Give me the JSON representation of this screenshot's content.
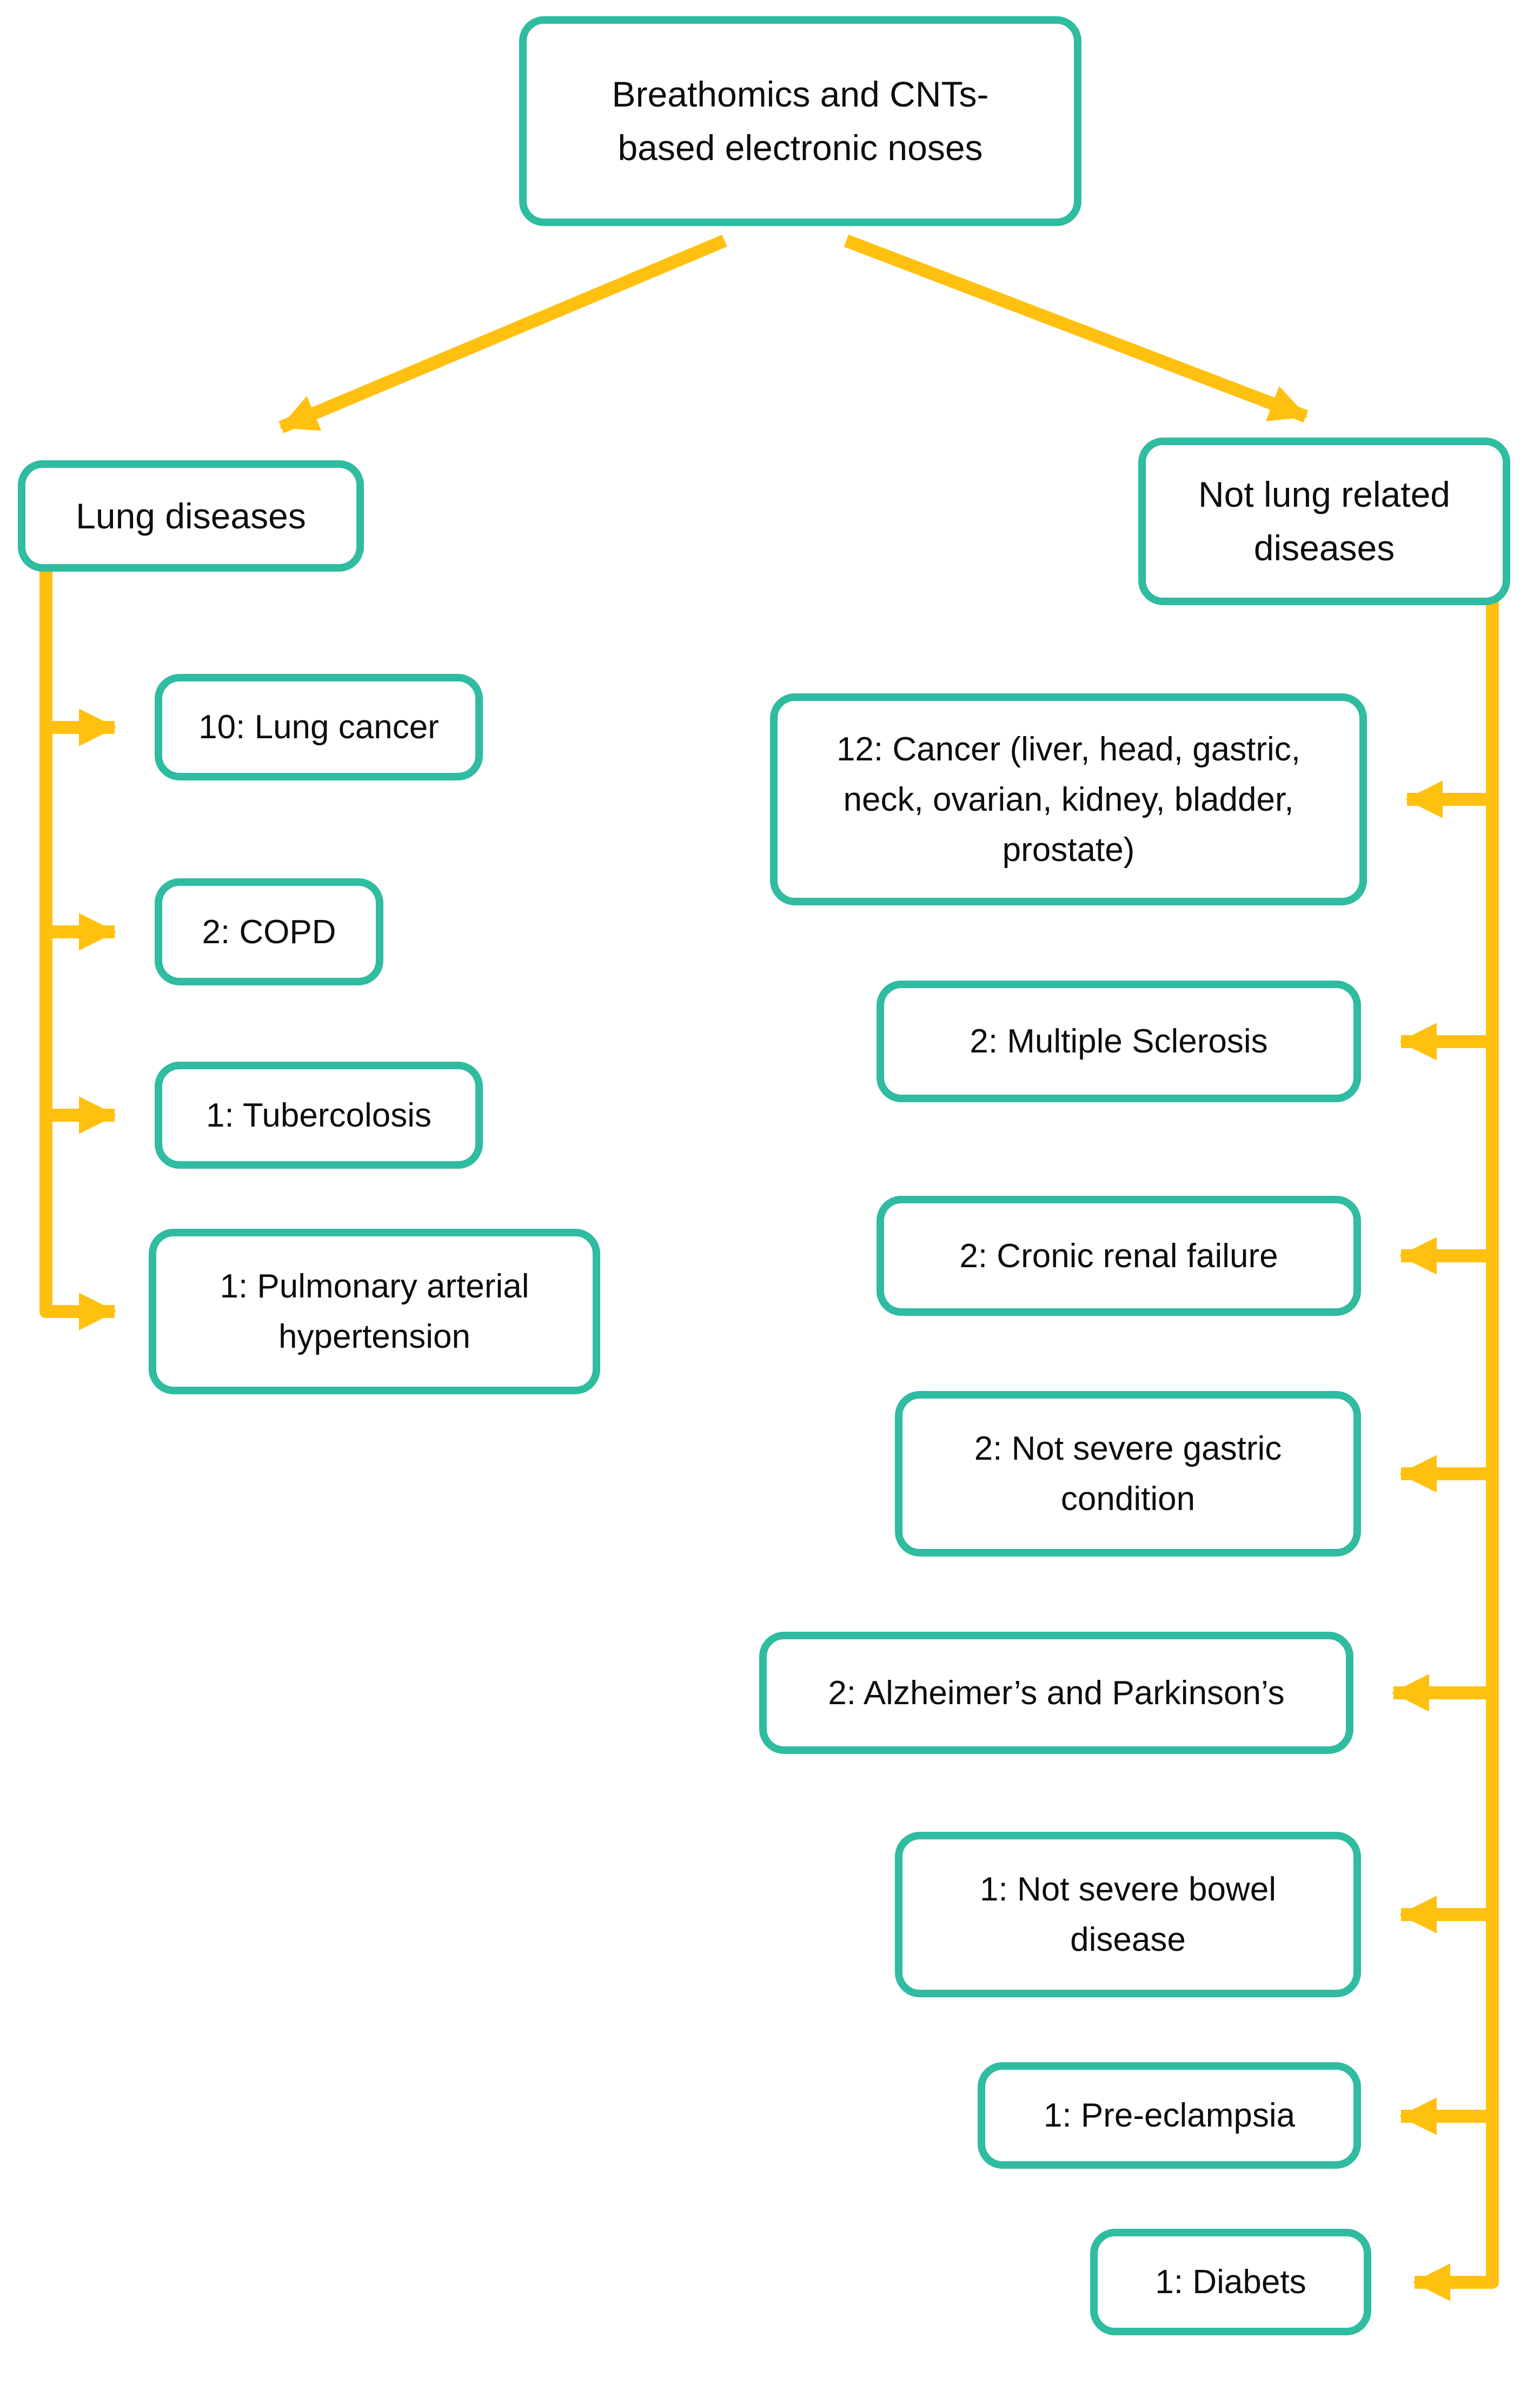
{
  "diagram": {
    "title": "Breathomics and CNTs-based electronic noses flowchart",
    "root": {
      "label": "Breathomics and CNTs-based electronic noses"
    },
    "branches": [
      {
        "label": "Lung diseases",
        "children": [
          {
            "count": 10,
            "label": "10: Lung cancer"
          },
          {
            "count": 2,
            "label": "2: COPD"
          },
          {
            "count": 1,
            "label": "1: Tubercolosis"
          },
          {
            "count": 1,
            "label": "1: Pulmonary arterial hypertension"
          }
        ]
      },
      {
        "label": "Not lung related diseases",
        "children": [
          {
            "count": 12,
            "label": "12: Cancer (liver, head, gastric, neck, ovarian, kidney, bladder, prostate)"
          },
          {
            "count": 2,
            "label": "2: Multiple Sclerosis"
          },
          {
            "count": 2,
            "label": "2: Cronic renal failure"
          },
          {
            "count": 2,
            "label": "2: Not severe gastric condition"
          },
          {
            "count": 2,
            "label": "2: Alzheimer’s and Parkinson’s"
          },
          {
            "count": 1,
            "label": "1: Not severe bowel disease"
          },
          {
            "count": 1,
            "label": "1: Pre-eclampsia"
          },
          {
            "count": 1,
            "label": "1: Diabets"
          }
        ]
      }
    ],
    "colors": {
      "box_border": "#2fbca1",
      "connector": "#ffc010",
      "text": "#0d0d0d",
      "background": "#ffffff"
    }
  }
}
